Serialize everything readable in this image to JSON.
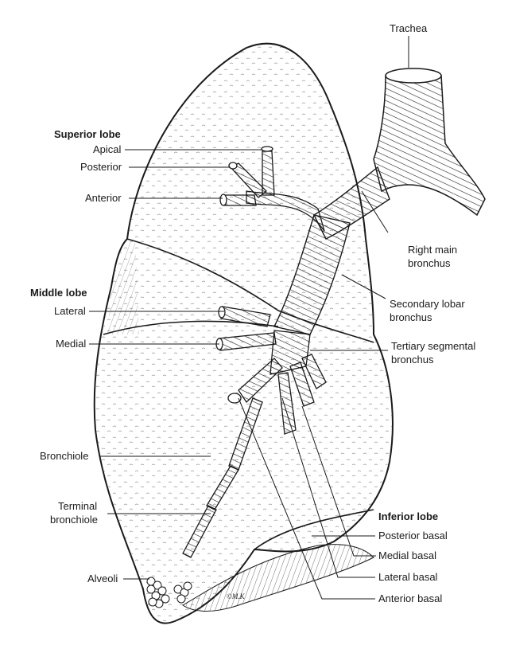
{
  "labels": {
    "trachea": "Trachea",
    "superior_lobe": "Superior lobe",
    "apical": "Apical",
    "posterior": "Posterior",
    "anterior": "Anterior",
    "middle_lobe": "Middle lobe",
    "lateral": "Lateral",
    "medial": "Medial",
    "bronchiole": "Bronchiole",
    "terminal_bronchiole_1": "Terminal",
    "terminal_bronchiole_2": "bronchiole",
    "alveoli": "Alveoli",
    "right_main_1": "Right main",
    "right_main_2": "bronchus",
    "secondary_1": "Secondary lobar",
    "secondary_2": "bronchus",
    "tertiary_1": "Tertiary segmental",
    "tertiary_2": "bronchus",
    "inferior_lobe": "Inferior lobe",
    "posterior_basal": "Posterior basal",
    "medial_basal": "Medial basal",
    "lateral_basal": "Lateral basal",
    "anterior_basal": "Anterior basal"
  },
  "colors": {
    "ink": "#1a1a1a",
    "paper": "#ffffff",
    "shade": "#f2f2f2"
  }
}
